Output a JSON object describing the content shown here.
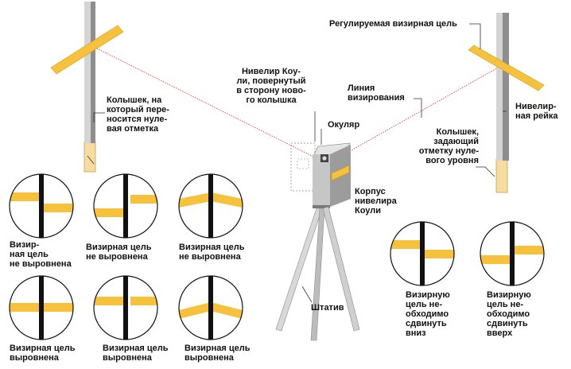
{
  "colors": {
    "sight_line": "#e8203a",
    "target_bar": "#f6c23e",
    "stake": "#f6dca0",
    "rod_light": "#d4d4d4",
    "rod_dark": "#8e8e8e",
    "body_light": "#c6c6c6",
    "body_dark": "#9c9c9c",
    "black": "#111111"
  },
  "labels": {
    "adjustable_target": "Регулируемая визирная цель",
    "level_turned": "Нивелир Коу-\nли, повернутый\nв сторону ново-\nго колышка",
    "line_of_sight": "Линия\nвизирования",
    "stake_transfer": "Колышек, на\nкоторый пере-\nносится нуле-\nвая отметка",
    "eyepiece": "Окуляр",
    "leveling_rod": "Нивелир-\nная рейка",
    "stake_zero": "Колышек,\nзадающий\nотметку нуле-\nвого уровня",
    "level_body": "Корпус\nнивелира\nКоули",
    "tripod": "Штатив",
    "move_down": "Визирную\nцель не-\nобходимо\nсдвинуть\nвниз",
    "move_up": "Визирную\nцель не-\nобходимо\nсдвинуть\nвверх"
  },
  "views": {
    "v1": {
      "caption": "Визир-\nная цель\nне выровнена",
      "state": "misaligned"
    },
    "v2": {
      "caption": "Визирная цель\nне выровнена",
      "state": "misaligned"
    },
    "v3": {
      "caption": "Визирная цель\nне выровнена",
      "state": "misaligned"
    },
    "v4": {
      "caption": "Визирная цель\nвыровнена",
      "state": "aligned"
    },
    "v5": {
      "caption": "Визирная цель\nвыровнена",
      "state": "aligned"
    },
    "v6": {
      "caption": "Визирная цель\nвыровнена",
      "state": "aligned"
    },
    "v7": {
      "caption": "",
      "state": "misaligned"
    },
    "v8": {
      "caption": "",
      "state": "misaligned"
    }
  }
}
